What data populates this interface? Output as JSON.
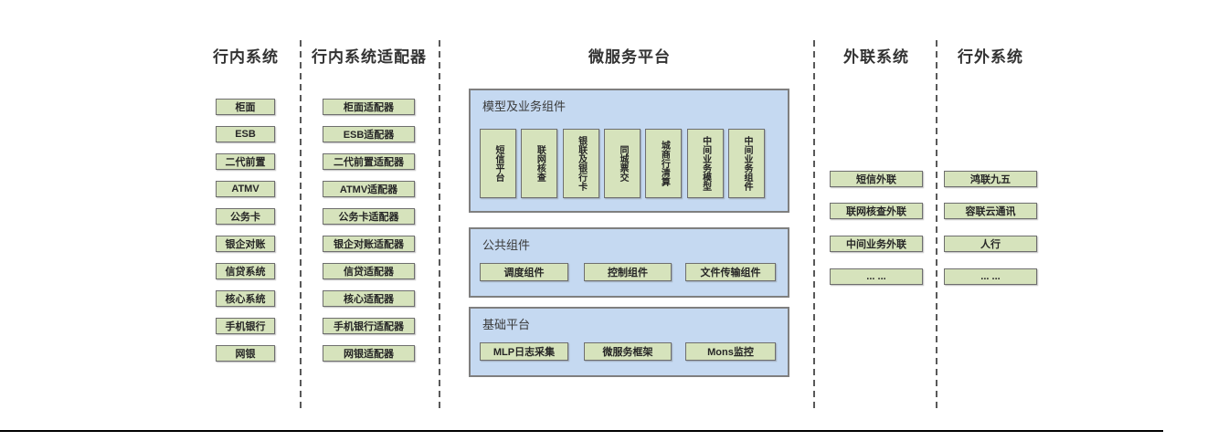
{
  "colors": {
    "green_fill": "#d6e3bc",
    "green_border": "#6e6e6e",
    "blue_fill": "#c5d9f1",
    "blue_border": "#7f7f7f",
    "divider": "#595959",
    "bottom_line": "#000000"
  },
  "columns": {
    "internal": {
      "title": "行内系统",
      "items": [
        "柜面",
        "ESB",
        "二代前置",
        "ATMV",
        "公务卡",
        "银企对账",
        "信贷系统",
        "核心系统",
        "手机银行",
        "网银"
      ]
    },
    "adapters": {
      "title": "行内系统适配器",
      "items": [
        "柜面适配器",
        "ESB适配器",
        "二代前置适配器",
        "ATMV适配器",
        "公务卡适配器",
        "银企对账适配器",
        "信贷适配器",
        "核心适配器",
        "手机银行适配器",
        "网银适配器"
      ]
    },
    "platform": {
      "title": "微服务平台",
      "model_group": {
        "label": "模型及业务组件",
        "items": [
          "短信平台",
          "联网核查",
          "银联及银行卡",
          "同城票交",
          "城商行清算",
          "中间业务模型",
          "中间业务组件"
        ]
      },
      "common_group": {
        "label": "公共组件",
        "items": [
          "调度组件",
          "控制组件",
          "文件传输组件"
        ]
      },
      "base_group": {
        "label": "基础平台",
        "items": [
          "MLP日志采集",
          "微服务框架",
          "Mons监控"
        ]
      }
    },
    "external": {
      "title": "外联系统",
      "items": [
        "短信外联",
        "联网核查外联",
        "中间业务外联",
        "... ..."
      ]
    },
    "outside": {
      "title": "行外系统",
      "items": [
        "鸿联九五",
        "容联云通讯",
        "人行",
        "... ..."
      ]
    }
  }
}
